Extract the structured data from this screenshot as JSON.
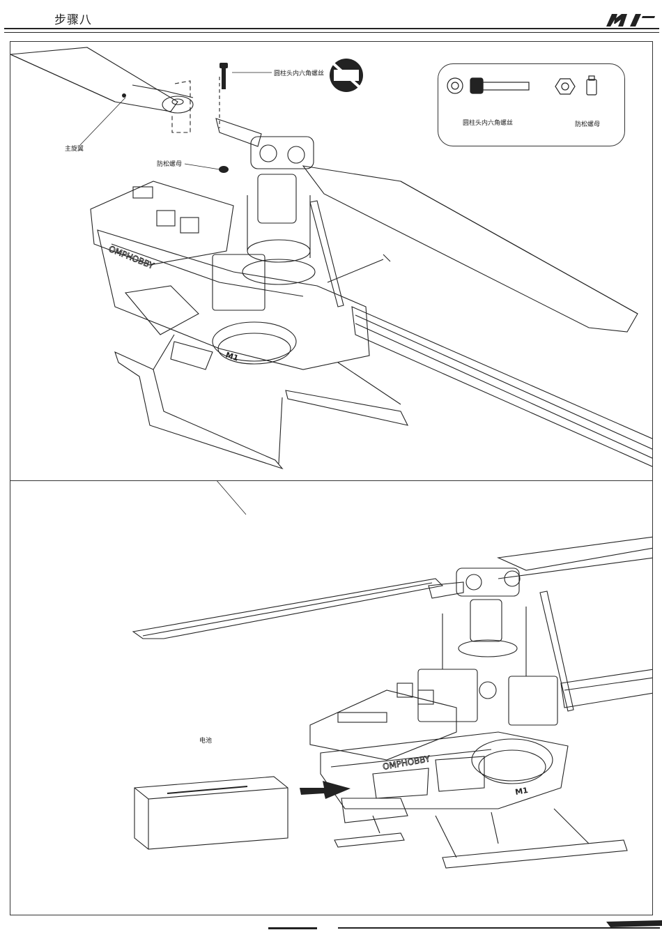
{
  "header": {
    "title": "步骤八",
    "logo_text": "M1"
  },
  "panel_top": {
    "labels": {
      "main_blade": "主旋翼",
      "lock_nut": "防松螺母",
      "socket_screw": "圆柱头内六角螺丝"
    },
    "parts_box": {
      "screw_label": "圆柱头内六角螺丝",
      "nut_label": "防松螺母"
    },
    "frame_brand": "OMPHOBBY",
    "head_badge": "M1"
  },
  "panel_bottom": {
    "labels": {
      "battery": "电池"
    },
    "frame_brand": "OMPHOBBY",
    "head_badge": "M1"
  }
}
